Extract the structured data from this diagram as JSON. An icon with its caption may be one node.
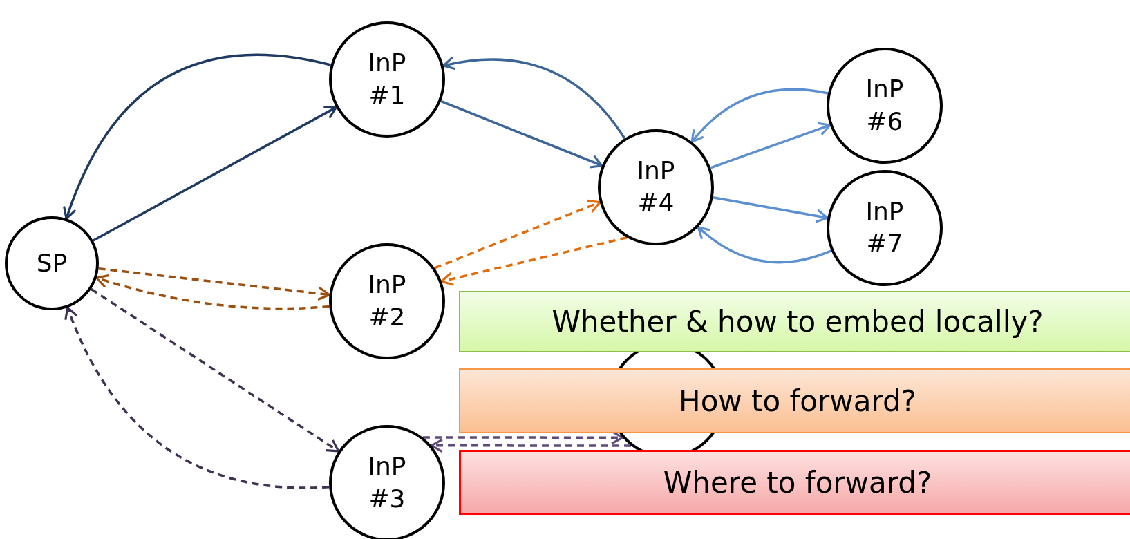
{
  "diagram": {
    "nodes": [
      {
        "text": [
          "SP"
        ]
      },
      {
        "text": [
          "InP #1"
        ]
      },
      {
        "text": [
          "InP #2"
        ]
      },
      {
        "text": [
          "InP #3"
        ]
      },
      {
        "text": [
          "InP #4"
        ]
      },
      {
        "text": [],
        "shape": "circle"
      },
      {
        "text": [
          "InP #6"
        ]
      },
      {
        "text": [
          "InP #7"
        ]
      },
      {
        "text": [
          "Whether & how to embed locally?"
        ]
      },
      {
        "text": [
          "How to forward?"
        ]
      },
      {
        "text": [
          "Where to forward?"
        ]
      }
    ],
    "edges": [
      {
        "from": 0,
        "to": 1,
        "arrow": "to",
        "color": "#1f3b63"
      },
      {
        "from": 1,
        "to": 0,
        "arrow": "to",
        "color": "#1f3b63"
      },
      {
        "from": 1,
        "to": 4,
        "arrow": "to",
        "color": "#3b6499"
      },
      {
        "from": 4,
        "to": 1,
        "arrow": "to",
        "color": "#3b6499"
      },
      {
        "from": 6,
        "to": 4,
        "arrow": "to",
        "color": "#5b8fd0"
      },
      {
        "from": 4,
        "to": 6,
        "arrow": "to",
        "color": "#5b8fd0"
      },
      {
        "from": 4,
        "to": 7,
        "arrow": "to",
        "color": "#5b8fd0"
      },
      {
        "from": 7,
        "to": 4,
        "arrow": "to",
        "color": "#5b8fd0"
      },
      {
        "from": 0,
        "to": 2,
        "arrow": "to",
        "style": "dashed",
        "color": "#9c4f0c"
      },
      {
        "from": 2,
        "to": 0,
        "arrow": "to",
        "style": "dashed",
        "color": "#9c4f0c"
      },
      {
        "from": 2,
        "to": 4,
        "arrow": "to",
        "style": "dashed",
        "color": "#e36c0a"
      },
      {
        "from": 4,
        "to": 2,
        "arrow": "to",
        "style": "dashed",
        "color": "#e36c0a"
      },
      {
        "from": 0,
        "to": 3,
        "arrow": "to",
        "style": "dashed",
        "color": "#3f3151"
      },
      {
        "from": 3,
        "to": 0,
        "arrow": "to",
        "style": "dashed",
        "color": "#3f3151"
      },
      {
        "from": 3,
        "to": 5,
        "arrow": "to",
        "style": "dashed",
        "color": "#5f497a"
      },
      {
        "from": 5,
        "to": 3,
        "arrow": "to",
        "style": "dashed",
        "color": "#5f497a"
      }
    ]
  }
}
